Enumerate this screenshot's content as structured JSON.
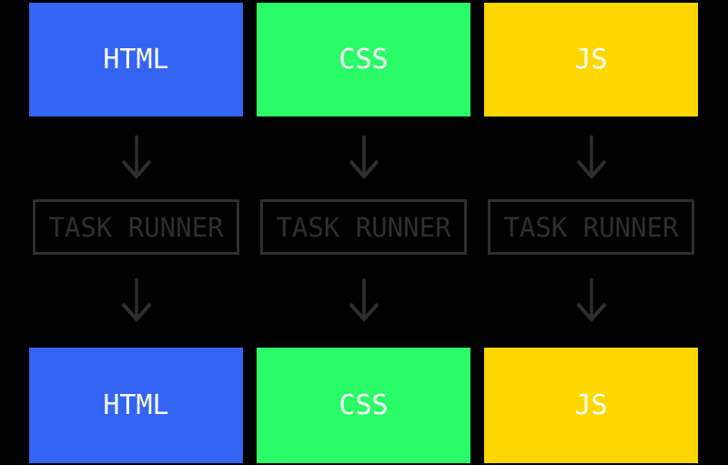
{
  "diagram": {
    "background_color": "#000000",
    "arrow_color": "#2e2e2e",
    "outline_color": "#2e2e2e",
    "label_color": "#ffffff",
    "columns": [
      {
        "source_label": "HTML",
        "processor_label": "TASK RUNNER",
        "output_label": "HTML",
        "color": "#3365f2"
      },
      {
        "source_label": "CSS",
        "processor_label": "TASK RUNNER",
        "output_label": "CSS",
        "color": "#2afc67"
      },
      {
        "source_label": "JS",
        "processor_label": "TASK RUNNER",
        "output_label": "JS",
        "color": "#ffd700"
      }
    ]
  }
}
